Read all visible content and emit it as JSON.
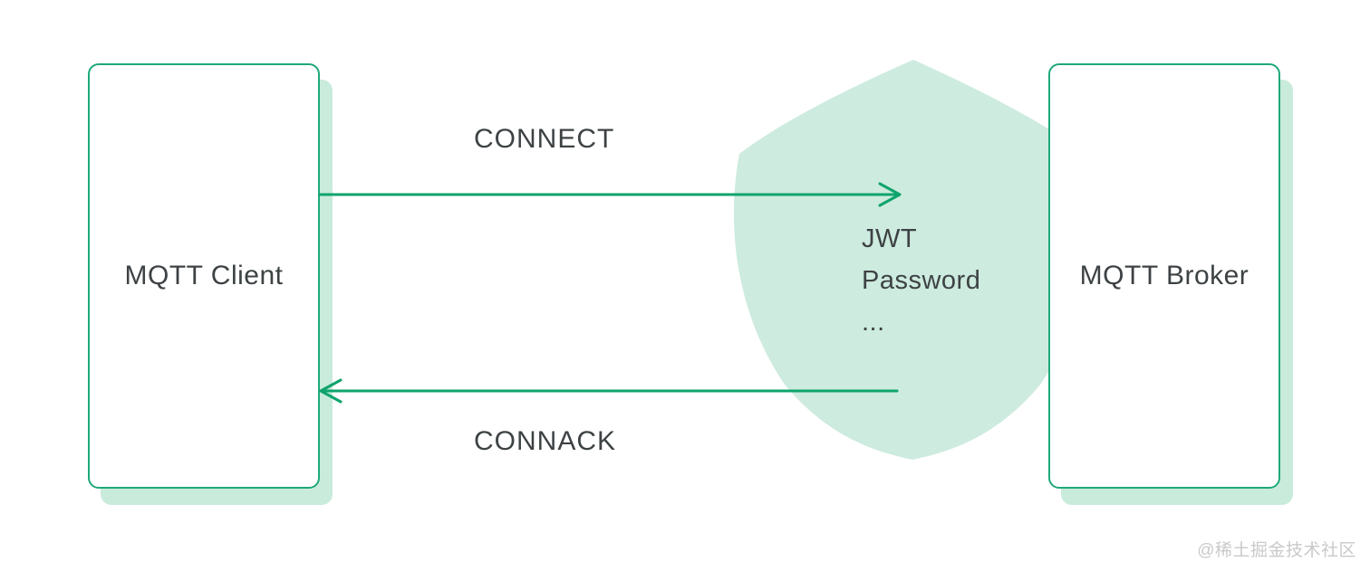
{
  "diagram": {
    "client_box": {
      "label": "MQTT Client"
    },
    "broker_box": {
      "label": "MQTT Broker"
    },
    "connect_arrow": {
      "label": "CONNECT",
      "direction": "left-to-right"
    },
    "connack_arrow": {
      "label": "CONNACK",
      "direction": "right-to-left"
    },
    "shield": {
      "lines": [
        "JWT",
        "Password",
        "..."
      ]
    },
    "watermark": "@稀土掘金技术社区"
  },
  "colors": {
    "accent_green": "#0ea46c",
    "border_green": "#1ea97a",
    "shield_mint": "#cdebdf",
    "shadow_mint": "#c9ebdc",
    "text_dark": "#3d4244",
    "watermark_gray": "#c9c9c9",
    "background": "#ffffff"
  }
}
